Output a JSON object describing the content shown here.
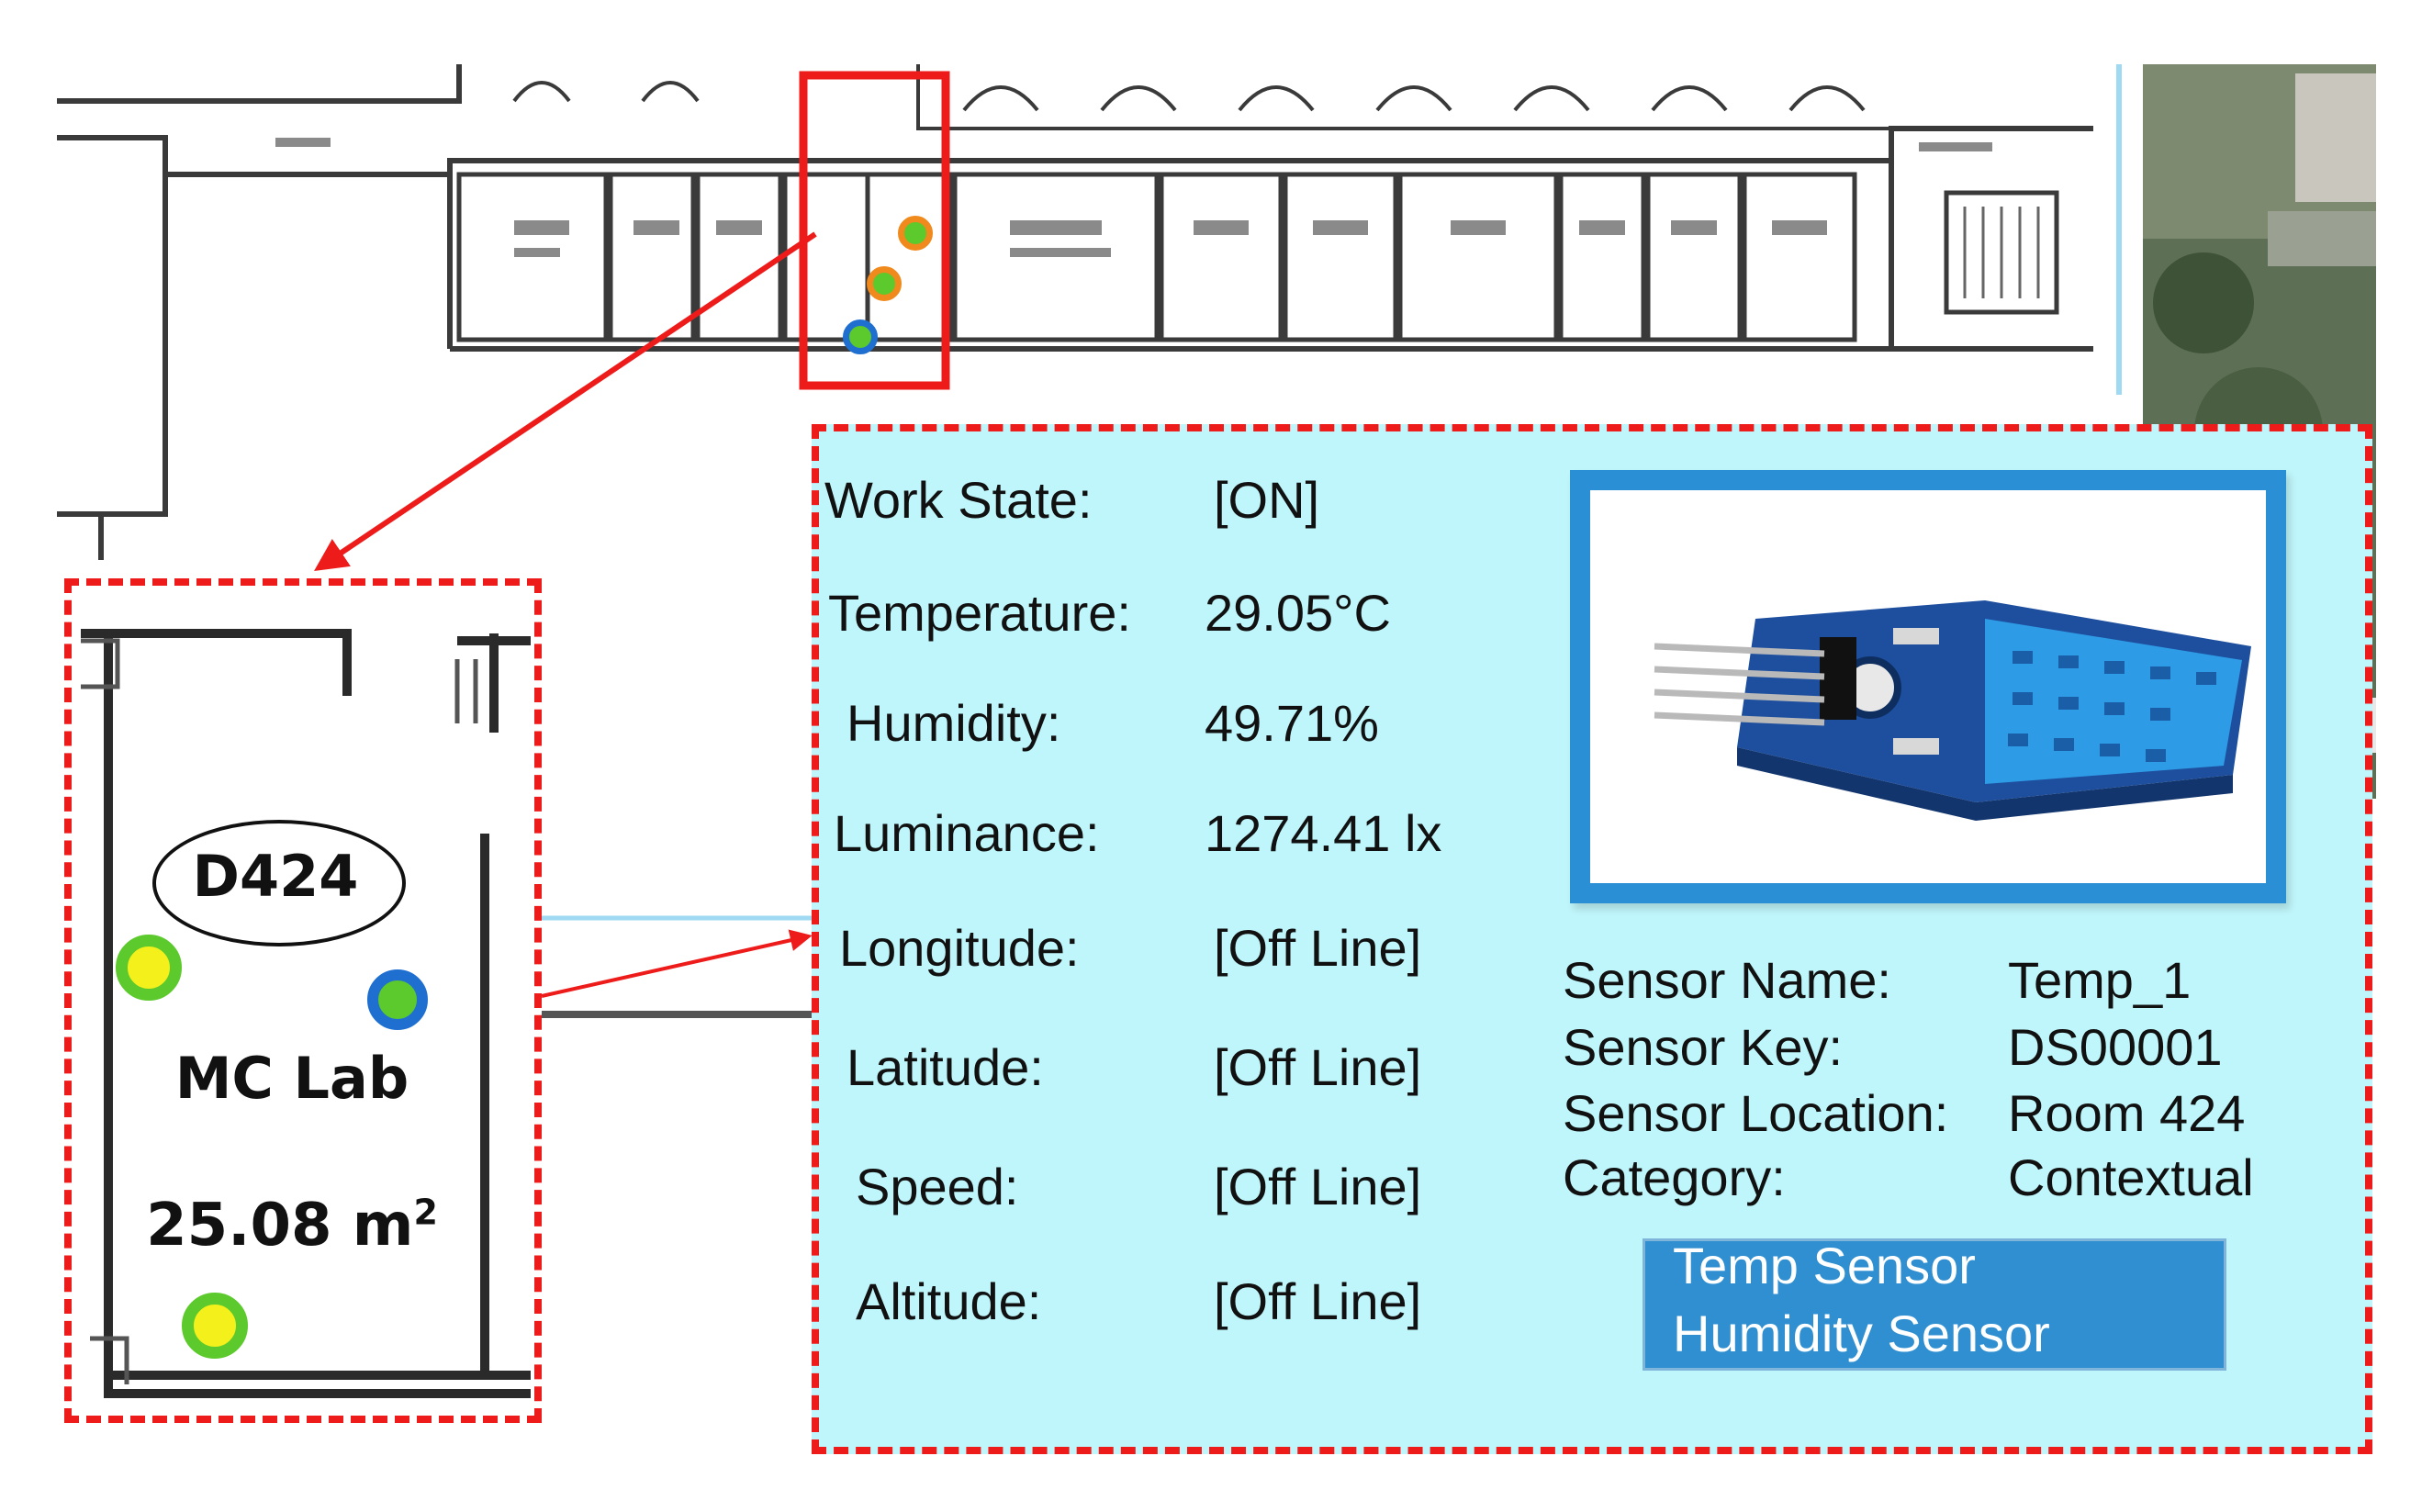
{
  "room": {
    "code": "D424",
    "name": "MC Lab",
    "area": "25.08 m",
    "area_unit_sup": "2"
  },
  "sensor_readings": [
    {
      "label": "Work State:",
      "value": "[ON]"
    },
    {
      "label": "Temperature:",
      "value": "29.05°C"
    },
    {
      "label": "Humidity:",
      "value": "49.71%"
    },
    {
      "label": "Luminance:",
      "value": "1274.41 lx"
    },
    {
      "label": "Longitude:",
      "value": "[Off Line]"
    },
    {
      "label": "Latitude:",
      "value": "[Off Line]"
    },
    {
      "label": "Speed:",
      "value": "[Off Line]"
    },
    {
      "label": "Altitude:",
      "value": "[Off Line]"
    }
  ],
  "sensor_info": [
    {
      "label": "Sensor Name:",
      "value": "Temp_1"
    },
    {
      "label": "Sensor Key:",
      "value": "DS00001"
    },
    {
      "label": "Sensor Location:",
      "value": "Room 424"
    },
    {
      "label": "Category:",
      "value": "Contextual"
    }
  ],
  "sensor_types": [
    "Temp Sensor",
    "Humidity Sensor"
  ],
  "colors": {
    "highlight": "#ee1b1b",
    "panel_bg": "#bff6fb",
    "list_bg": "#2f8fd0",
    "dot_yellow": "#f4f01c",
    "dot_green": "#5cc92c",
    "dot_blue": "#1f6fd1",
    "dot_orange": "#f08a1c"
  }
}
